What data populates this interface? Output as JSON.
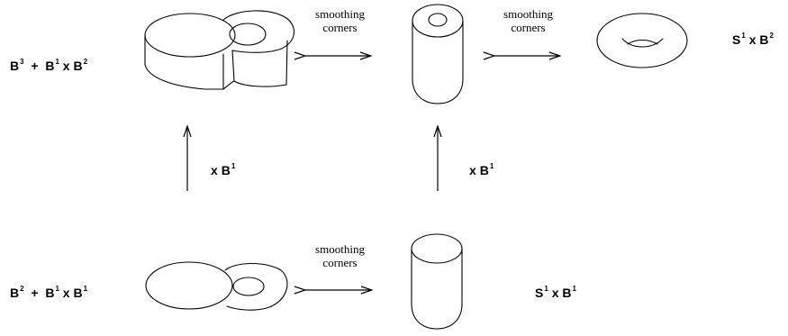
{
  "labels": {
    "top_left": {
      "b": "B",
      "b_exp": "3",
      "plus": "+",
      "c": "B",
      "c_exp": "1",
      "x": "x",
      "d": "B",
      "d_exp": "2"
    },
    "top_right": {
      "a": "S",
      "a_exp": "1",
      "x": "x",
      "b": "B",
      "b_exp": "2"
    },
    "bottom_left": {
      "b": "B",
      "b_exp": "2",
      "plus": "+",
      "c": "B",
      "c_exp": "1",
      "x": "x",
      "d": "B",
      "d_exp": "1"
    },
    "bottom_right": {
      "a": "S",
      "a_exp": "1",
      "x": "x",
      "b": "B",
      "b_exp": "1"
    }
  },
  "product_left": {
    "x": "x",
    "b": "B",
    "b_exp": "1"
  },
  "product_right": {
    "x": "x",
    "b": "B",
    "b_exp": "1"
  },
  "smoothing": {
    "top_left": {
      "line1": "smoothing",
      "line2": "corners"
    },
    "top_right": {
      "line1": "smoothing",
      "line2": "corners"
    },
    "bottom": {
      "line1": "smoothing",
      "line2": "corners"
    }
  }
}
